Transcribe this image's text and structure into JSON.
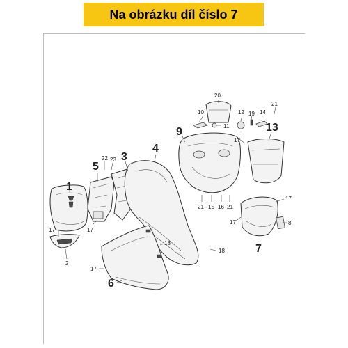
{
  "banner": {
    "text": "Na obrázku díl číslo 7",
    "color": "#f7c613"
  },
  "callouts": {
    "c1": "1",
    "c3": "3",
    "c4": "4",
    "c5": "5",
    "c6": "6",
    "c7": "7",
    "c9": "9",
    "c13": "13",
    "c20": "20",
    "c10": "10",
    "c11": "11",
    "c12": "12",
    "c19": "19",
    "c14": "14",
    "c21a": "21",
    "c17a": "17",
    "c22": "22",
    "c23": "23",
    "c17b": "17",
    "c2": "2",
    "c17c": "17",
    "c21b": "21",
    "c15": "15",
    "c16": "16",
    "c21c": "21",
    "c17d": "17",
    "c8": "8",
    "c17e": "17",
    "c18a": "18",
    "c18b": "18",
    "c17f": "17"
  }
}
